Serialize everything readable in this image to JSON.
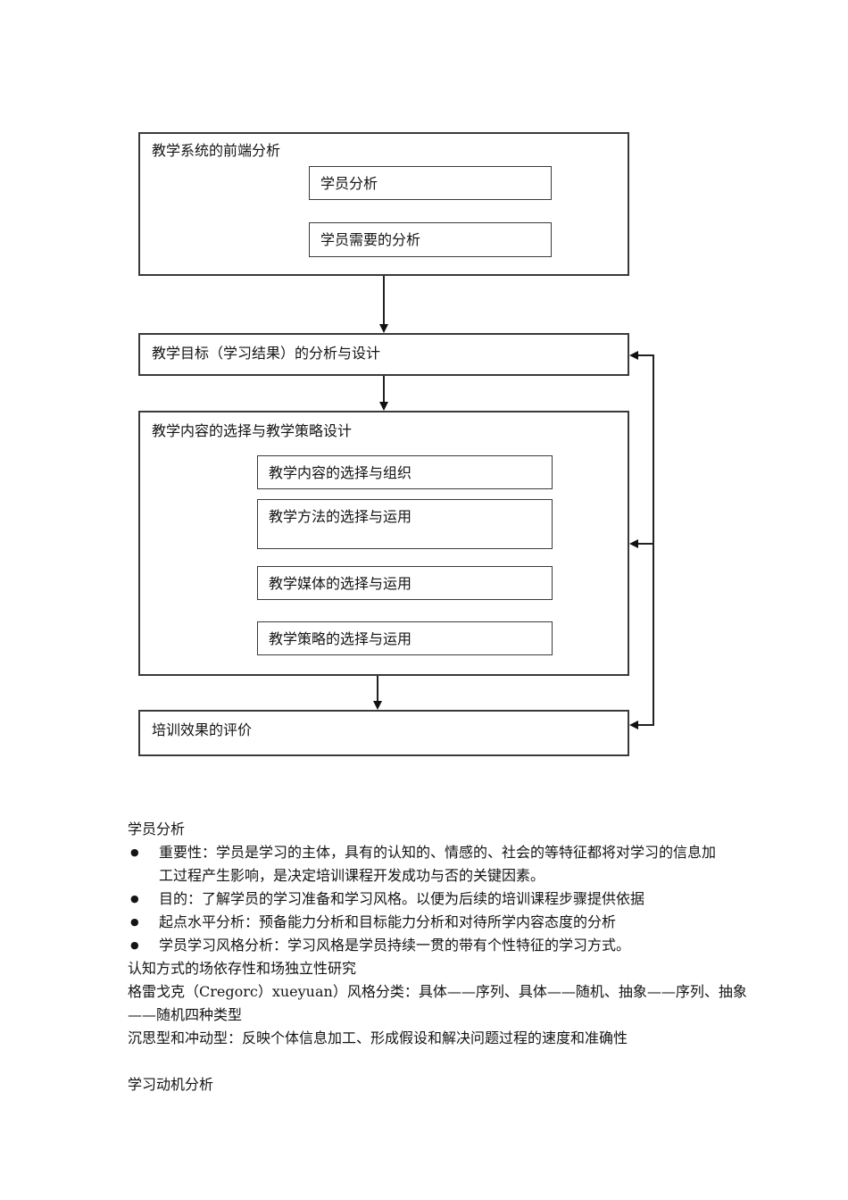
{
  "diagram": {
    "line_color": "#222222",
    "boxes": {
      "front_end": "教学系统的前端分析",
      "learner": "学员分析",
      "learner_needs": "学员需要的分析",
      "objectives": "教学目标（学习结果）的分析与设计",
      "content_strategy": "教学内容的选择与教学策略设计",
      "content_org": "教学内容的选择与组织",
      "method": "教学方法的选择与运用",
      "media": "教学媒体的选择与运用",
      "strategy": "教学策略的选择与运用",
      "evaluation": "培训效果的评价"
    }
  },
  "text": {
    "bullet_char": "●",
    "section1_title": "学员分析",
    "bullets": [
      {
        "lines": [
          "重要性：学员是学习的主体，具有的认知的、情感的、社会的等特征都将对学习的信息加",
          "工过程产生影响，是决定培训课程开发成功与否的关键因素。"
        ]
      },
      {
        "lines": [
          "目的：了解学员的学习准备和学习风格。以便为后续的培训课程步骤提供依据"
        ]
      },
      {
        "lines": [
          "起点水平分析：预备能力分析和目标能力分析和对待所学内容态度的分析"
        ]
      },
      {
        "lines": [
          "学员学习风格分析：学习风格是学员持续一贯的带有个性特征的学习方式。"
        ]
      }
    ],
    "paragraphs": [
      {
        "lines": [
          "认知方式的场依存性和场独立性研究"
        ]
      },
      {
        "lines": [
          "格雷戈克（Cregorc）xueyuan）风格分类：具体——序列、具体——随机、抽象——序列、抽象",
          "——随机四种类型"
        ]
      },
      {
        "lines": [
          "沉思型和冲动型：反映个体信息加工、形成假设和解决问题过程的速度和准确性"
        ]
      }
    ],
    "section2_title": "学习动机分析"
  }
}
